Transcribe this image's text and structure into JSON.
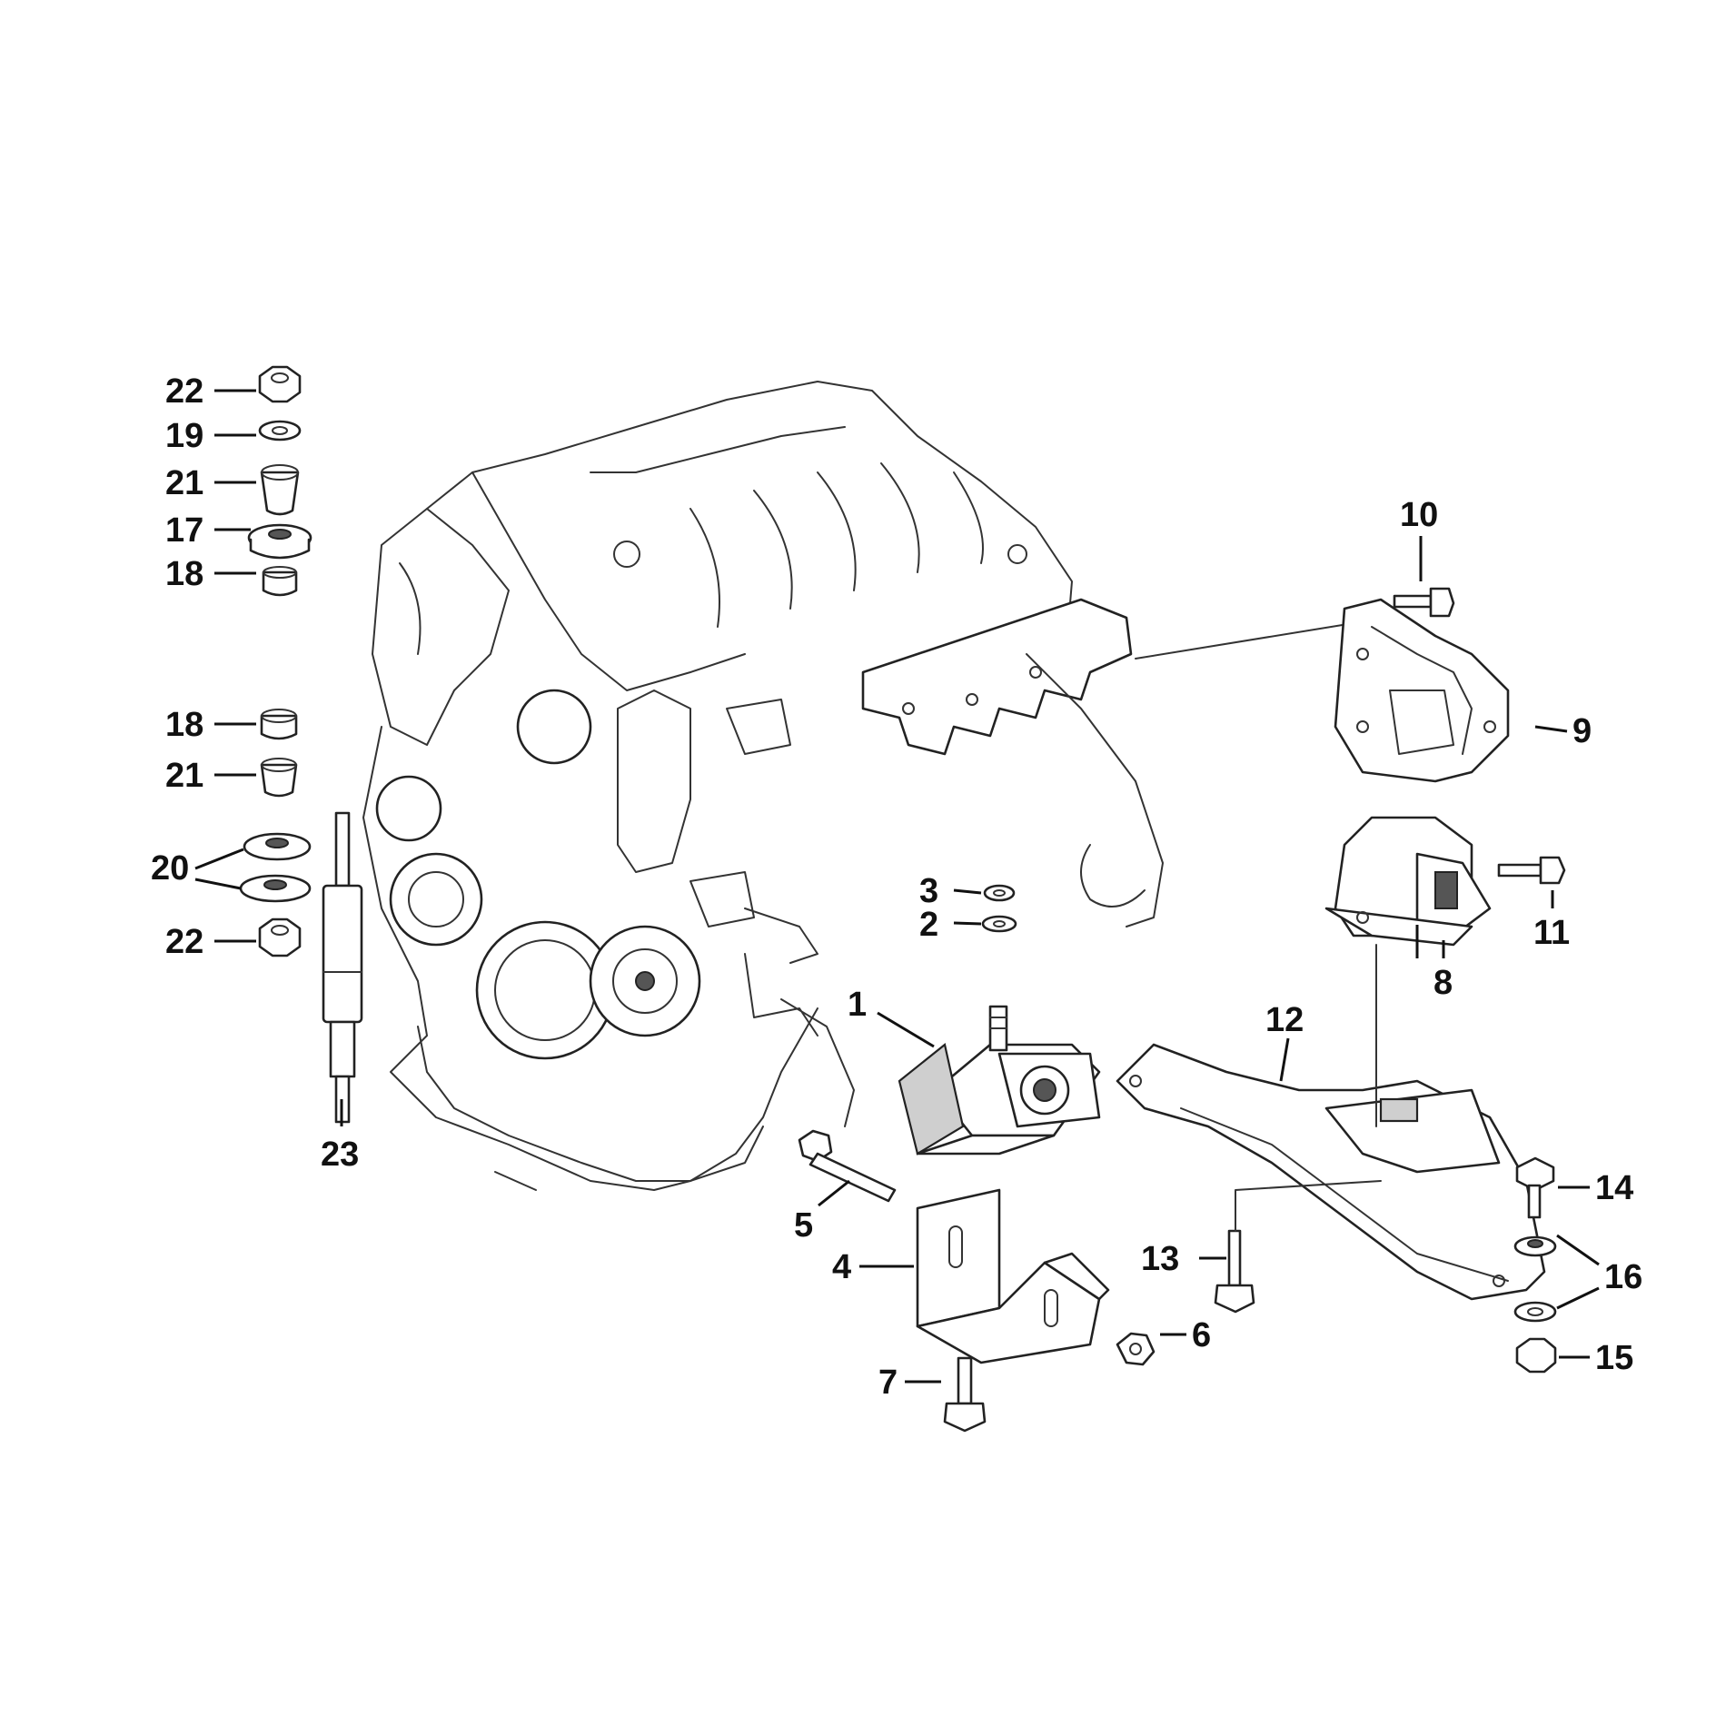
{
  "callouts": [
    {
      "id": "c1",
      "label": "1"
    },
    {
      "id": "c2",
      "label": "2"
    },
    {
      "id": "c3",
      "label": "3"
    },
    {
      "id": "c4",
      "label": "4"
    },
    {
      "id": "c5",
      "label": "5"
    },
    {
      "id": "c6",
      "label": "6"
    },
    {
      "id": "c7",
      "label": "7"
    },
    {
      "id": "c8",
      "label": "8"
    },
    {
      "id": "c9",
      "label": "9"
    },
    {
      "id": "c10",
      "label": "10"
    },
    {
      "id": "c11",
      "label": "11"
    },
    {
      "id": "c12",
      "label": "12"
    },
    {
      "id": "c13",
      "label": "13"
    },
    {
      "id": "c14",
      "label": "14"
    },
    {
      "id": "c15",
      "label": "15"
    },
    {
      "id": "c16",
      "label": "16"
    },
    {
      "id": "c17",
      "label": "17"
    },
    {
      "id": "c18a",
      "label": "18"
    },
    {
      "id": "c18b",
      "label": "18"
    },
    {
      "id": "c19",
      "label": "19"
    },
    {
      "id": "c20",
      "label": "20"
    },
    {
      "id": "c21a",
      "label": "21"
    },
    {
      "id": "c21b",
      "label": "21"
    },
    {
      "id": "c22a",
      "label": "22"
    },
    {
      "id": "c22b",
      "label": "22"
    },
    {
      "id": "c23",
      "label": "23"
    }
  ]
}
